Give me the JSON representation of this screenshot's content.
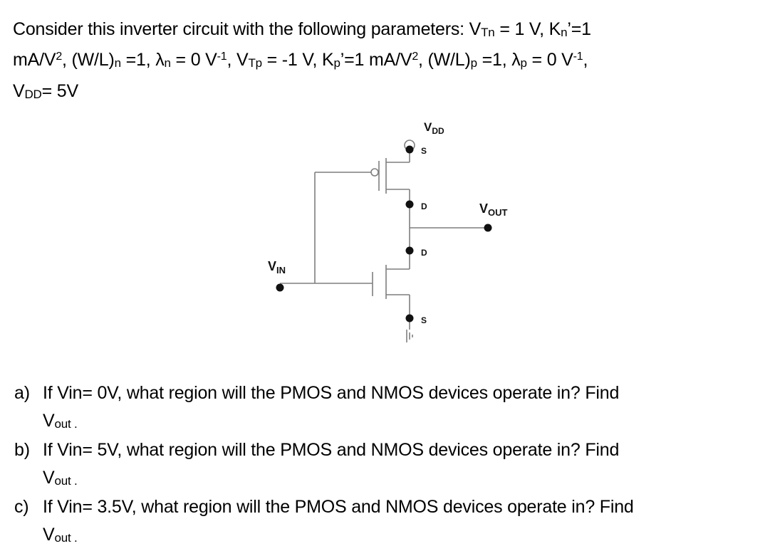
{
  "problem": {
    "line1": {
      "a": "Consider this inverter circuit with the following parameters: V",
      "b": "Tn",
      "c": " = 1 V, K",
      "d": "n",
      "e": "’=1"
    },
    "line2": {
      "a": "mA/V",
      "b": "2",
      "c": ", (W/L)",
      "d": "n",
      "e": " =1, λ",
      "f": "n",
      "g": " = 0 V",
      "h": "-1",
      "i": ", V",
      "j": "Tp",
      "k": " = -1 V, K",
      "l": "p",
      "m": "’=1 mA/V",
      "n": "2",
      "o": ", (W/L)",
      "p": "p",
      "q": " =1, λ",
      "r": "p",
      "s": " = 0 V",
      "t": "-1",
      "u": ","
    },
    "line3": {
      "a": "V",
      "b": "DD",
      "c": "= 5V"
    }
  },
  "circuit": {
    "vdd": "V",
    "vdd_sub": "DD",
    "vout": "V",
    "vout_sub": "OUT",
    "vin": "V",
    "vin_sub": "IN",
    "pmos_source": "S",
    "pmos_drain": "D",
    "nmos_drain": "D",
    "nmos_source": "S",
    "stroke_color": "#7f7f7f"
  },
  "questions": [
    {
      "letter": "a)",
      "text": "If Vin= 0V, what region will the PMOS and NMOS devices operate in? Find",
      "vout": "V",
      "vout_sub": "out",
      "end": " ."
    },
    {
      "letter": "b)",
      "text": "If Vin= 5V, what region will the PMOS and NMOS devices operate in? Find",
      "vout": "V",
      "vout_sub": "out",
      "end": " ."
    },
    {
      "letter": "c)",
      "text": "If Vin= 3.5V, what region will the PMOS and NMOS devices operate in? Find",
      "vout": "V",
      "vout_sub": "out",
      "end": " ."
    }
  ]
}
